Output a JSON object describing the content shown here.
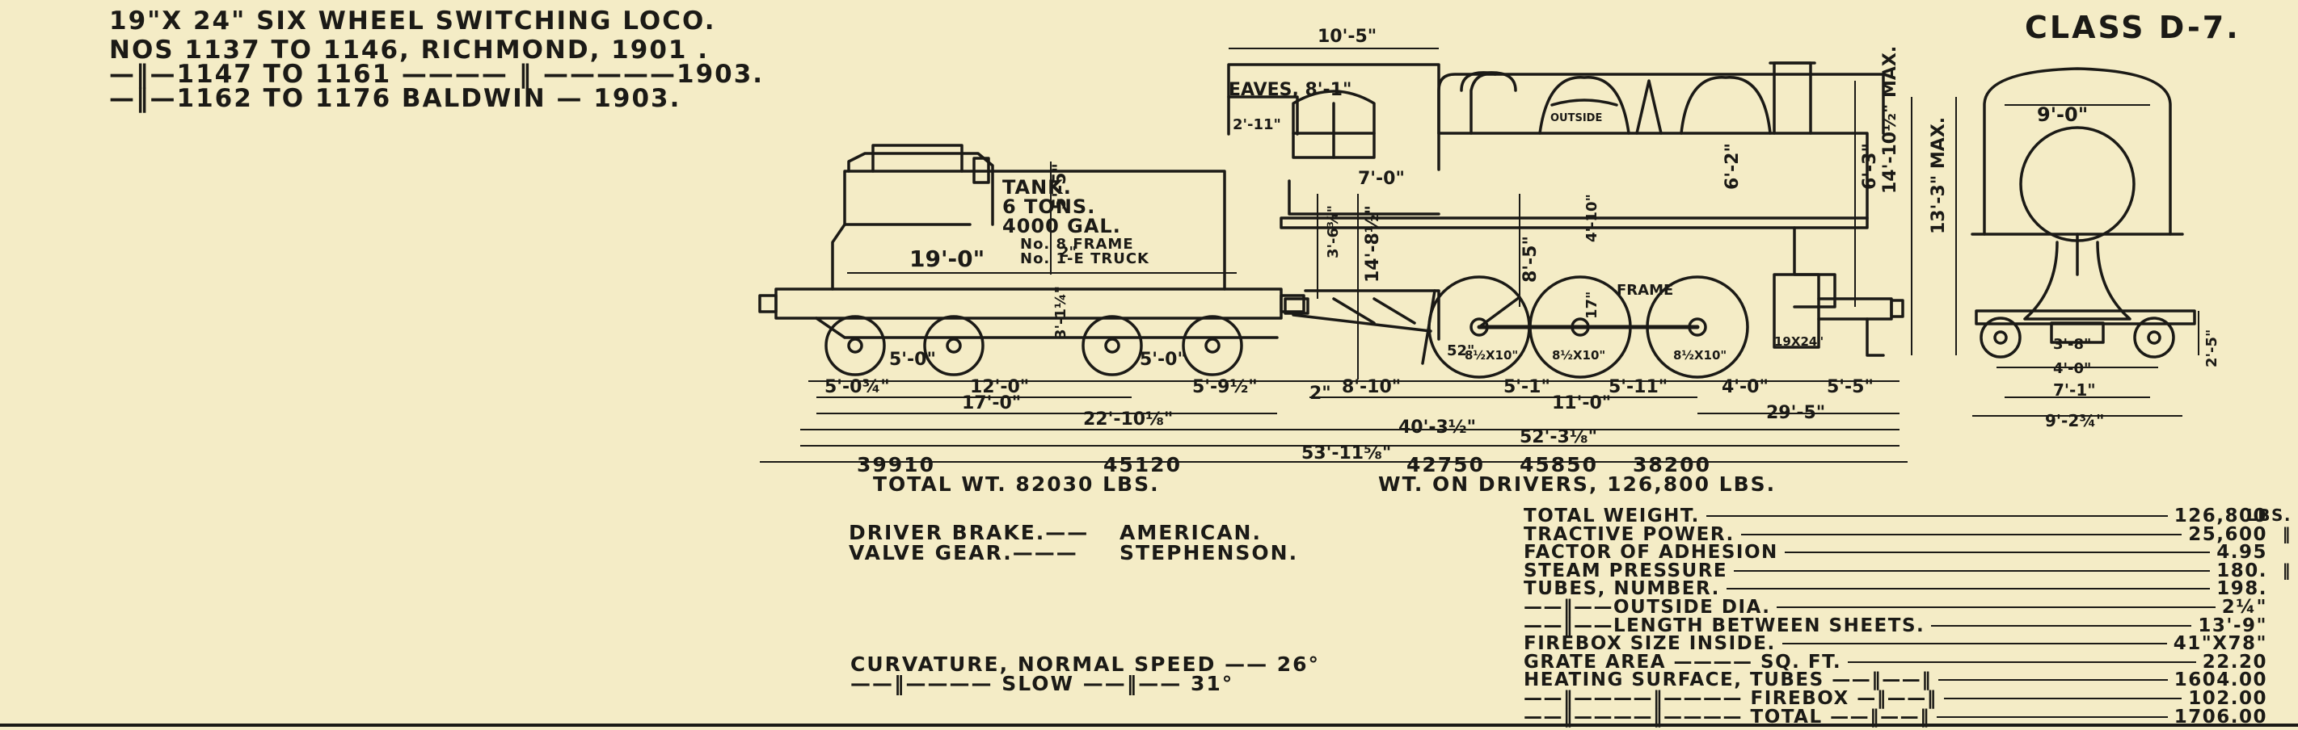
{
  "header": {
    "title": "19\"X 24\" SIX WHEEL SWITCHING LOCO.",
    "line1": "NOS 1137 TO 1146, RICHMOND, 1901 .",
    "line2": "—‖—1147 TO 1161 ———— ‖ —————1903.",
    "line3": "—‖—1162 TO 1176  BALDWIN — 1903."
  },
  "class_label": "CLASS D-7.",
  "tender_labels": {
    "tank": "TANK.",
    "tons": "6 TONS.",
    "gal": "4000 GAL.",
    "frame": "No. 8 FRAME",
    "truck": "No. 1-E TRUCK"
  },
  "dimensions": {
    "cab_width": "10'-5\"",
    "eaves": "EAVES, 8'-1\"",
    "h_2_11": "2'-11\"",
    "d_7_0": "7'-0\"",
    "tender_len": "19'-0\"",
    "h_5_5": "5'-5\"",
    "h_2": "2\"",
    "h_3_114": "3'-1¼\"",
    "tw_5_0a": "5'-0\"",
    "tw_5_0b": "5'-0\"",
    "d_5_034": "5'-0¾\"",
    "d_12_0": "12'-0\"",
    "d_17_0": "17'-0\"",
    "d_22_1018": "22'-10⅛\"",
    "d_5_912": "5'-9½\"",
    "d_2": "2\"",
    "d_8_10": "8'-10\"",
    "d_5_1": "5'-1\"",
    "d_5_11": "5'-11\"",
    "d_11_0": "11'-0\"",
    "d_4_0": "4'-0\"",
    "d_5_5": "5'-5\"",
    "d_29_5": "29'-5\"",
    "d_40_312": "40'-3½\"",
    "d_52_318": "52'-3⅛\"",
    "d_53_1158": "53'-11⅝\"",
    "h_14_1012": "14'-10½\" MAX.",
    "h_13_3": "13'-3\" MAX.",
    "h_6_3": "6'-3\"",
    "h_6_2": "6'-2\"",
    "h_3_634": "3'-6¾\"",
    "h_14_812": "14'-8½\"",
    "h_8_5": "8'-5\"",
    "h_4_10": "4'-10\"",
    "h_17": "17\"",
    "frame": "FRAME",
    "dia_52": "52\"",
    "axle_1": "8½X10\"",
    "axle_2": "8½X10\"",
    "axle_3": "8½X10\"",
    "cyl": "19X24\"",
    "outside": "OUTSIDE",
    "front_9_0": "9'-0\"",
    "front_3_8": "3'-8\"",
    "front_4_0": "4'-0\"",
    "front_7_1": "7'-1\"",
    "front_9_234": "9'-2¾\"",
    "front_2_5": "2'-5\""
  },
  "weights": {
    "w1": "39910",
    "w2": "45120",
    "total": "TOTAL WT. 82030 LBS.",
    "d1": "42750",
    "d2": "45850",
    "d3": "38200",
    "drivers": "WT. ON DRIVERS, 126,800 LBS."
  },
  "brakes": {
    "driver_brake_label": "DRIVER BRAKE.——",
    "driver_brake": "AMERICAN.",
    "valve_gear_label": "VALVE GEAR.———",
    "valve_gear": "STEPHENSON."
  },
  "curvature": {
    "line1": "CURVATURE, NORMAL SPEED —— 26°",
    "line2": "——‖———— SLOW ——‖—— 31°"
  },
  "specs": [
    {
      "label": "TOTAL WEIGHT.",
      "value": "126,800",
      "unit": "LBS."
    },
    {
      "label": "TRACTIVE POWER.",
      "value": "25,600",
      "unit": "‖"
    },
    {
      "label": "FACTOR OF ADHESION",
      "value": "4.95",
      "unit": ""
    },
    {
      "label": "STEAM PRESSURE",
      "value": "180.",
      "unit": "‖"
    },
    {
      "label": "TUBES, NUMBER.",
      "value": "198.",
      "unit": ""
    },
    {
      "label": "——‖——OUTSIDE DIA.",
      "value": "2¼\"",
      "unit": ""
    },
    {
      "label": "——‖——LENGTH BETWEEN SHEETS.",
      "value": "13'-9\"",
      "unit": ""
    },
    {
      "label": "FIREBOX SIZE INSIDE.",
      "value": "41\"X78\"",
      "unit": ""
    },
    {
      "label": "GRATE AREA ———— SQ. FT.",
      "value": "22.20",
      "unit": ""
    },
    {
      "label": "HEATING SURFACE, TUBES ——‖——‖",
      "value": "1604.00",
      "unit": ""
    },
    {
      "label": "——‖————‖———— FIREBOX —‖——‖",
      "value": "102.00",
      "unit": ""
    },
    {
      "label": "——‖————‖———— TOTAL ——‖——‖",
      "value": "1706.00",
      "unit": ""
    }
  ]
}
